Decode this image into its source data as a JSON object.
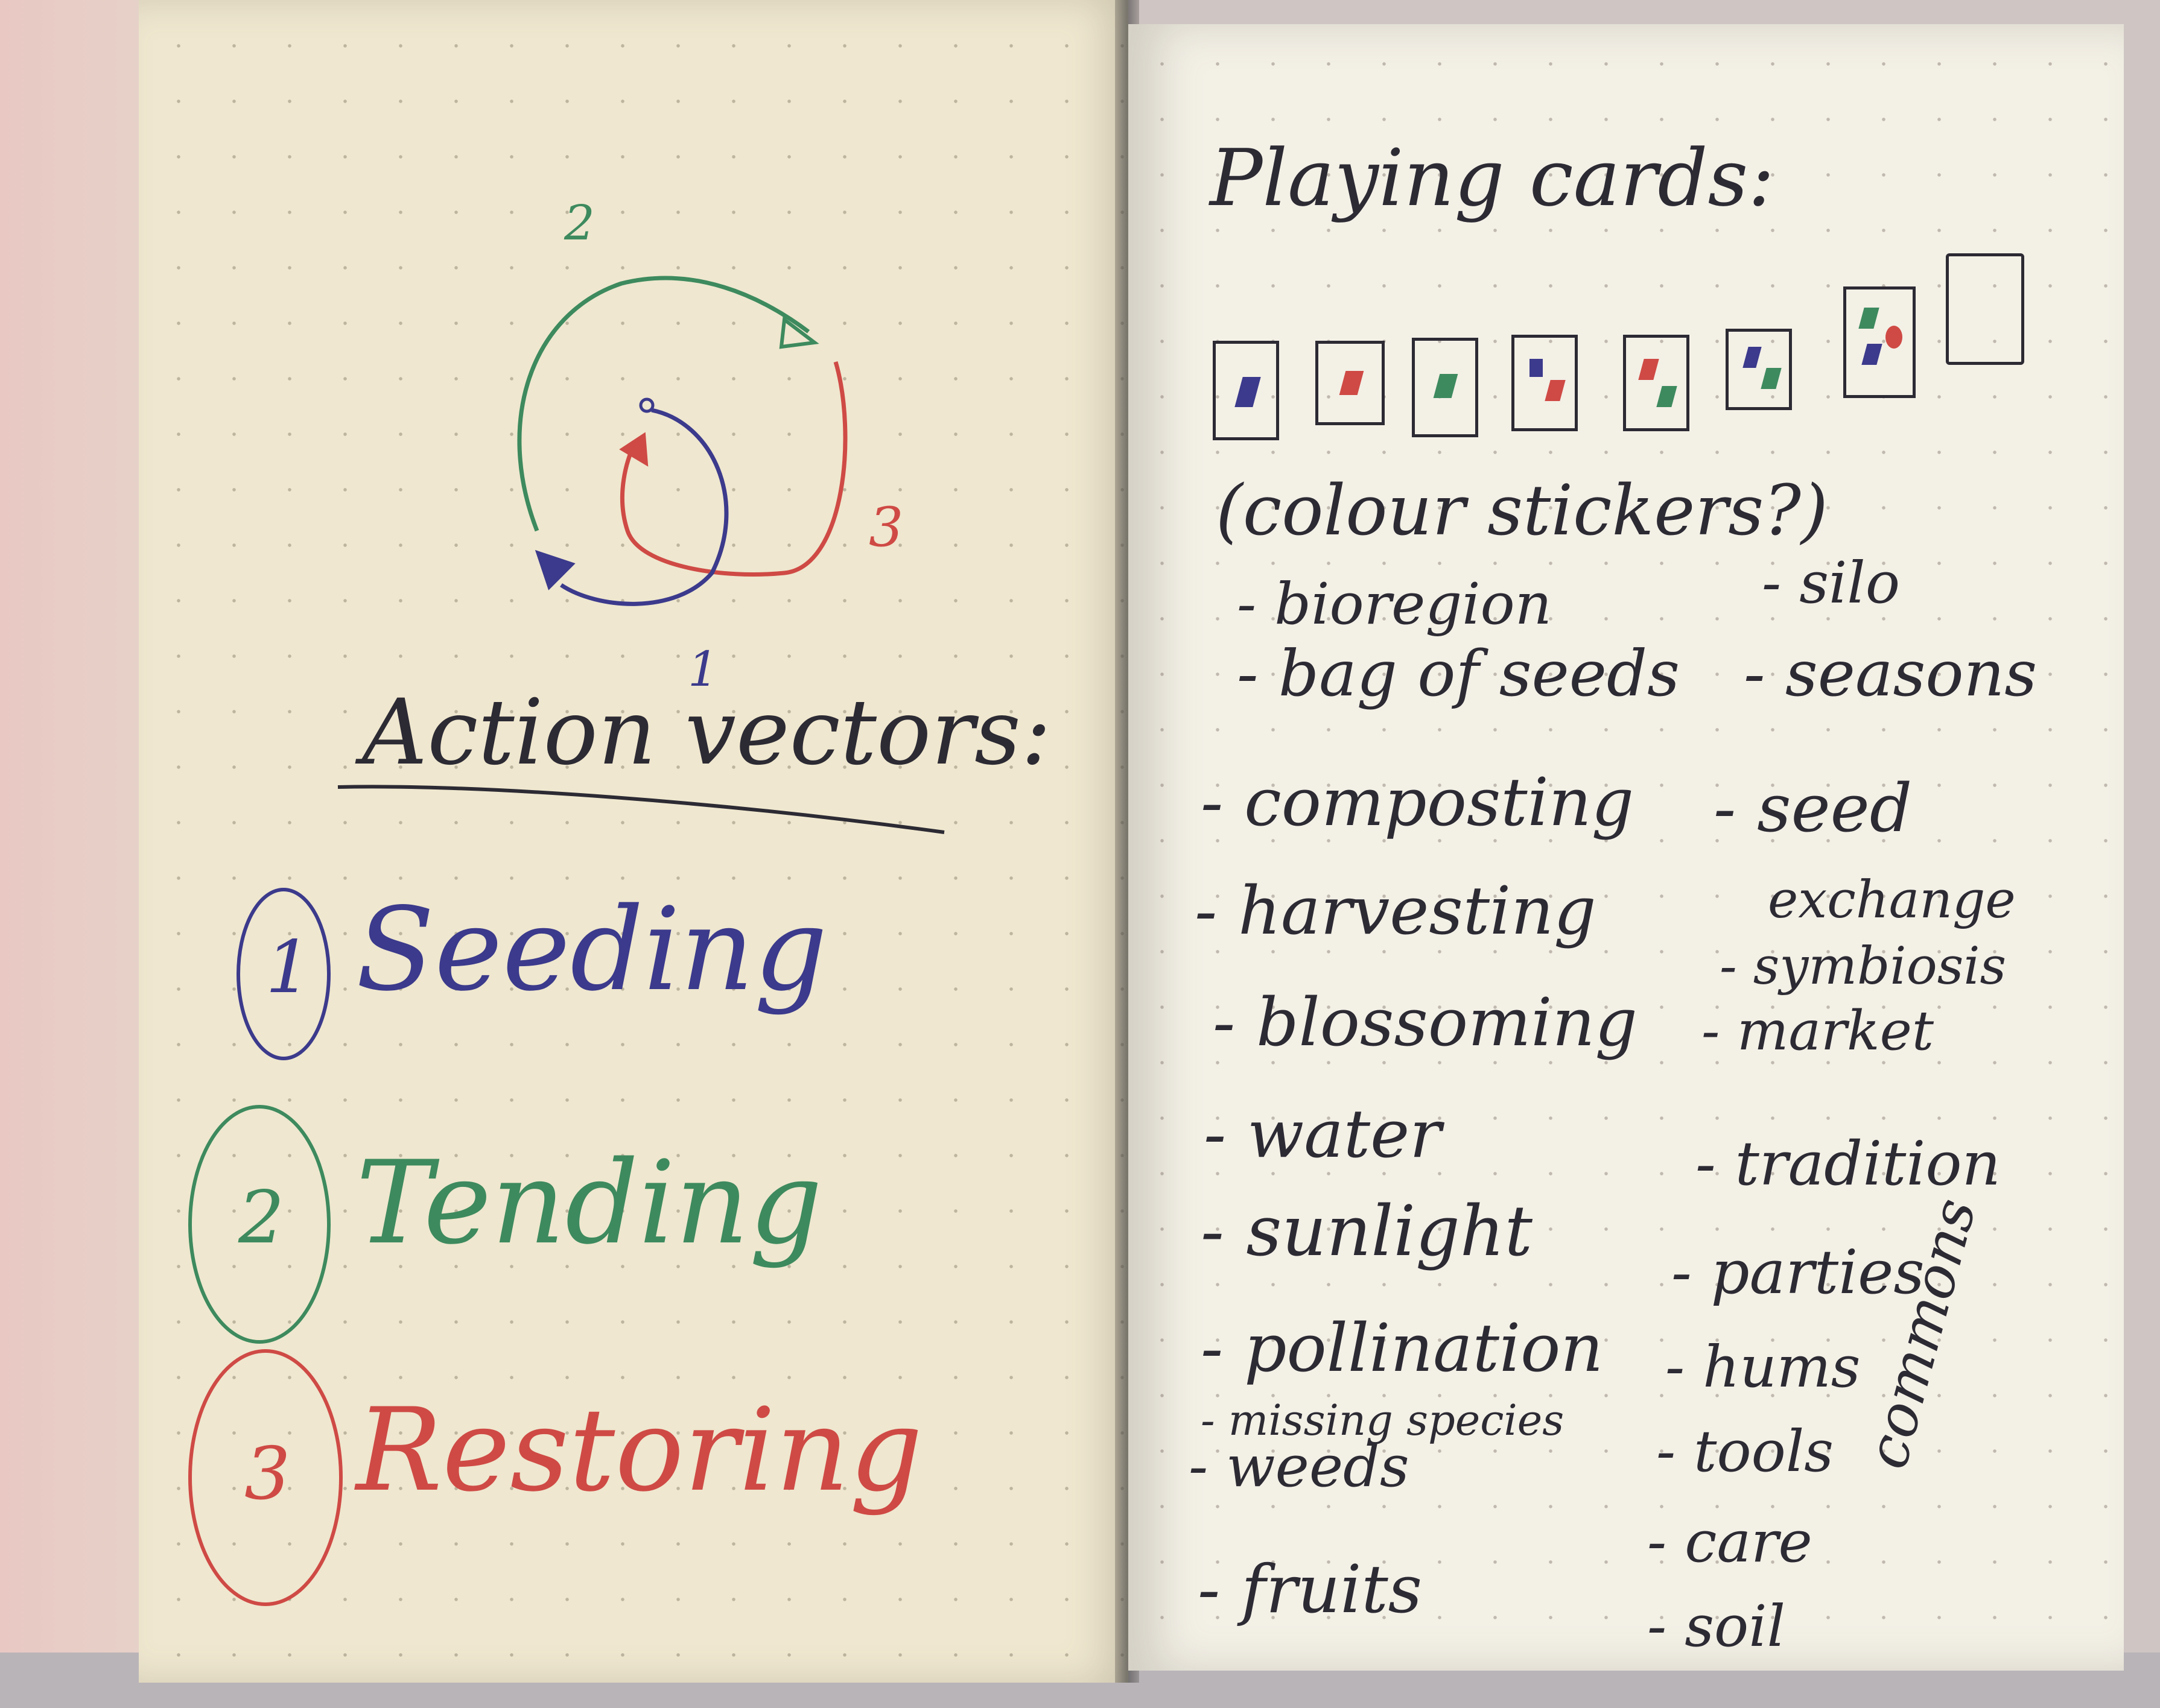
{
  "left_page": {
    "diagram": {
      "labels": {
        "green": "2",
        "red": "3",
        "blue": "1"
      },
      "colors": {
        "blue": "#3b3a8c",
        "green": "#3d8a5e",
        "red": "#cf4a45"
      }
    },
    "heading": "Action vectors:",
    "actions": [
      {
        "number": "1",
        "label": "Seeding",
        "color": "#3b3a8c"
      },
      {
        "number": "2",
        "label": "Tending",
        "color": "#3d8a5e"
      },
      {
        "number": "3",
        "label": "Restoring",
        "color": "#cf4a45"
      }
    ]
  },
  "right_page": {
    "heading": "Playing cards:",
    "card_icons": [
      "blue",
      "red",
      "green",
      "blue-red",
      "red-green",
      "blue-green",
      "green-blue-red",
      "blank"
    ],
    "note": "(colour stickers?)",
    "list_left": [
      "- bioregion",
      "- bag of seeds",
      "- composting",
      "- harvesting",
      "- blossoming",
      "- water",
      "- sunlight",
      "- pollination",
      "- missing species",
      "- weeds",
      "- fruits"
    ],
    "list_right": [
      "- silo",
      "- seasons",
      "- seed",
      "exchange",
      "- symbiosis",
      "- market",
      "- tradition",
      "- parties",
      "- hums",
      "- tools",
      "- care",
      "- soil"
    ],
    "side_label": "commons"
  }
}
